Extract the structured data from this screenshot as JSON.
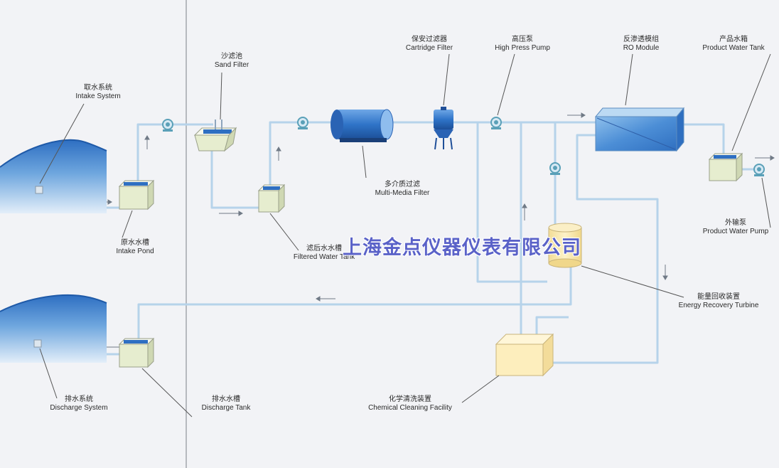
{
  "colors": {
    "background": "#f2f3f6",
    "pipe": "#b6d3ea",
    "water_deep": "#2e6fc2",
    "water_light": "#cfe2f4",
    "tank": "#e6edcf",
    "vessel": "#2f74c8",
    "chemical_tank": "#fdeebd",
    "watermark": "#5a62c8"
  },
  "labels": {
    "intake_system": {
      "zh": "取水系统",
      "en": "Intake System"
    },
    "intake_pond": {
      "zh": "原水水槽",
      "en": "Intake Pond"
    },
    "sand_filter": {
      "zh": "沙滤池",
      "en": "Sand Filter"
    },
    "filtered_water_tank": {
      "zh": "滤后水水槽",
      "en": "Filtered Water Tank"
    },
    "multi_media_filter": {
      "zh": "多介质过滤",
      "en": "Multi-Media Filter"
    },
    "cartridge_filter": {
      "zh": "保安过滤器",
      "en": "Cartridge Filter"
    },
    "high_press_pump": {
      "zh": "高压泵",
      "en": "High Press Pump"
    },
    "ro_module": {
      "zh": "反渗透模组",
      "en": "RO Module"
    },
    "product_water_tank": {
      "zh": "产品水箱",
      "en": "Product Water Tank"
    },
    "product_water_pump": {
      "zh": "外输泵",
      "en": "Product Water Pump"
    },
    "energy_recovery_turbine": {
      "zh": "能量回收装置",
      "en": "Energy Recovery Turbine"
    },
    "chemical_cleaning_facility": {
      "zh": "化学清洗装置",
      "en": "Chemical Cleaning Facility"
    },
    "discharge_tank": {
      "zh": "排水水槽",
      "en": "Discharge Tank"
    },
    "discharge_system": {
      "zh": "排水系统",
      "en": "Discharge System"
    }
  },
  "watermark": "上海金点仪器仪表有限公司"
}
